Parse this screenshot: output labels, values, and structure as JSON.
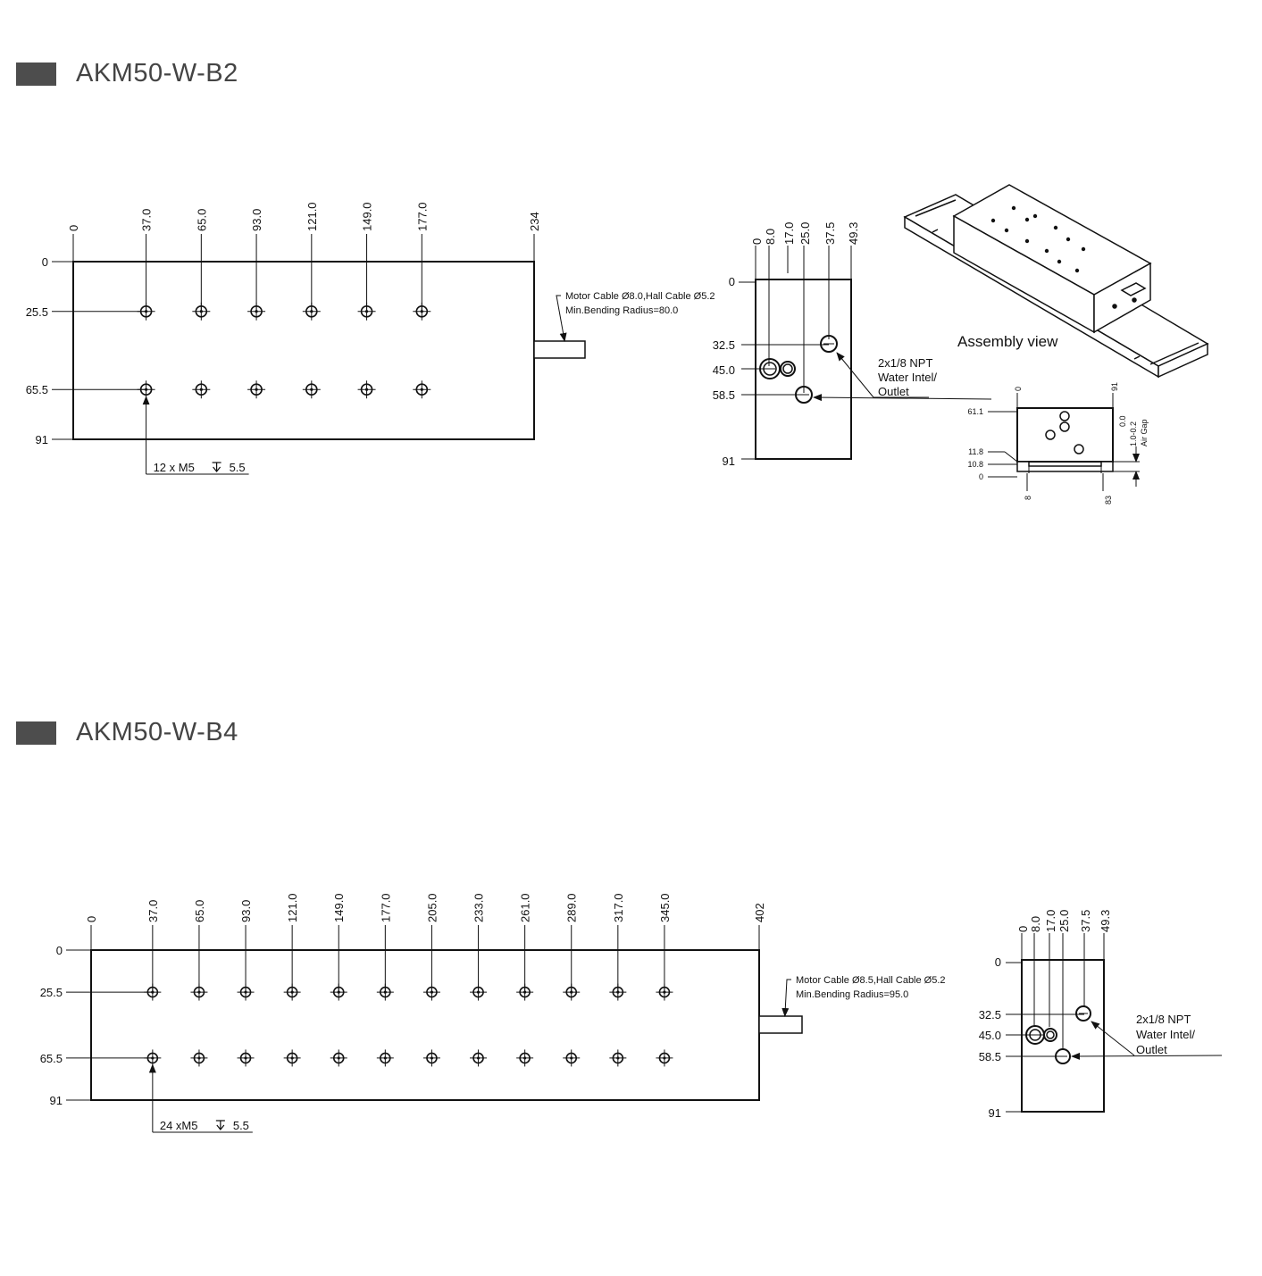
{
  "sections": [
    {
      "title": "AKM50-W-B2",
      "top_dims": [
        "0",
        "37.0",
        "65.0",
        "93.0",
        "121.0",
        "149.0",
        "177.0",
        "234"
      ],
      "side_dims": [
        "0",
        "25.5",
        "65.5",
        "91"
      ],
      "hole_callout": "12 x M5",
      "hole_depth": "5.5",
      "cable_note_1": "Motor Cable Ø8.0,Hall Cable Ø5.2",
      "cable_note_2": "Min.Bending Radius=80.0",
      "end_top_dims": [
        "0",
        "8.0",
        "17.0",
        "25.0",
        "37.5",
        "49.3"
      ],
      "end_side_dims": [
        "0",
        "32.5",
        "45.0",
        "58.5",
        "91"
      ],
      "water_note": [
        "2x1/8 NPT",
        "Water Intel/",
        "Outlet"
      ]
    },
    {
      "title": "AKM50-W-B4",
      "top_dims": [
        "0",
        "37.0",
        "65.0",
        "93.0",
        "121.0",
        "149.0",
        "177.0",
        "205.0",
        "233.0",
        "261.0",
        "289.0",
        "317.0",
        "345.0",
        "402"
      ],
      "side_dims": [
        "0",
        "25.5",
        "65.5",
        "91"
      ],
      "hole_callout": "24 xM5",
      "hole_depth": "5.5",
      "cable_note_1": "Motor Cable Ø8.5,Hall Cable Ø5.2",
      "cable_note_2": "Min.Bending Radius=95.0",
      "end_top_dims": [
        "0",
        "8.0",
        "17.0",
        "25.0",
        "37.5",
        "49.3"
      ],
      "end_side_dims": [
        "0",
        "32.5",
        "45.0",
        "58.5",
        "91"
      ],
      "water_note": [
        "2x1/8 NPT",
        "Water Intel/",
        "Outlet"
      ]
    }
  ],
  "assembly": {
    "label": "Assembly view",
    "side_view": {
      "top_dims": [
        "0",
        "91"
      ],
      "left_dims": [
        "61.1",
        "11.8",
        "10.8",
        "0"
      ],
      "bottom_dims": [
        "8",
        "83"
      ],
      "right_dims": [
        "0.0",
        "1.0-0.2"
      ],
      "air_gap": "Air Gap"
    }
  }
}
